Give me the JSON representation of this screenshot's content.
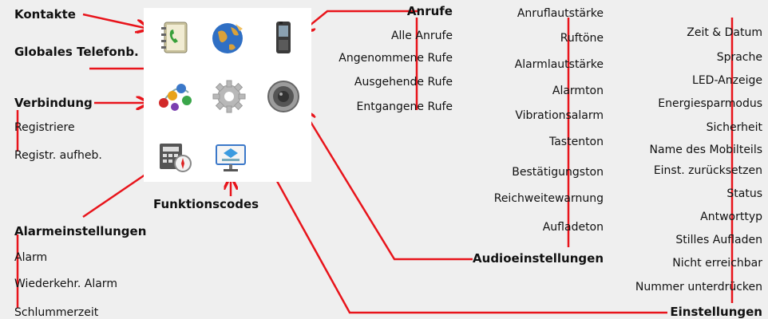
{
  "icons": [
    {
      "name": "contacts-icon"
    },
    {
      "name": "globe-icon"
    },
    {
      "name": "phone-icon"
    },
    {
      "name": "connection-icon"
    },
    {
      "name": "gear-icon"
    },
    {
      "name": "speaker-icon"
    },
    {
      "name": "calculator-compass-icon"
    },
    {
      "name": "network-screen-icon"
    }
  ],
  "left": {
    "kontakte": "Kontakte",
    "globales": "Globales Telefonb.",
    "verbindung": "Verbindung",
    "verbindung_items": [
      "Registriere",
      "Registr. aufheb."
    ],
    "funktionscodes": "Funktionscodes",
    "alarm": "Alarmeinstellungen",
    "alarm_items": [
      "Alarm",
      "Wiederkehr. Alarm",
      "Schlummerzeit"
    ]
  },
  "anrufe": {
    "title": "Anrufe",
    "items": [
      "Alle Anrufe",
      "Angenommene Rufe",
      "Ausgehende Rufe",
      "Entgangene Rufe"
    ]
  },
  "audio": {
    "title": "Audioeinstellungen",
    "items": [
      "Anruflautstärke",
      "Ruftöne",
      "Alarmlautstärke",
      "Alarmton",
      "Vibrationsalarm",
      "Tastenton",
      "Bestätigungston",
      "Reichweitewarnung",
      "Aufladeton"
    ]
  },
  "einstellungen": {
    "title": "Einstellungen",
    "items": [
      "Zeit & Datum",
      "Sprache",
      "LED-Anzeige",
      "Energiesparmodus",
      "Sicherheit",
      "Name des Mobilteils",
      "Einst. zurücksetzen",
      "Status",
      "Antworttyp",
      "Stilles Aufladen",
      "Nicht erreichbar",
      "Nummer unterdrücken"
    ]
  },
  "colors": {
    "arrow": "#e8141b",
    "panel": "#ffffff",
    "background": "#efefef"
  }
}
